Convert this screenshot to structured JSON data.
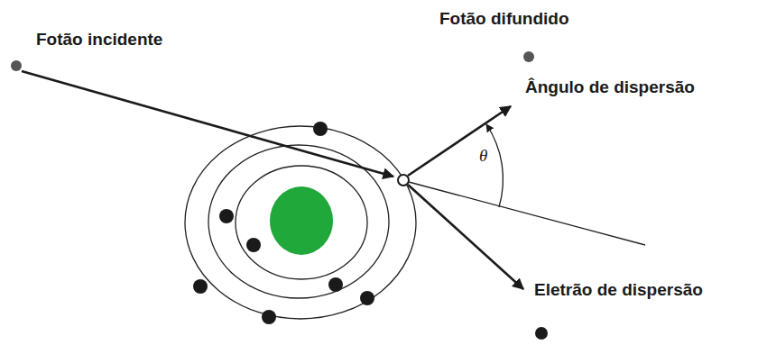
{
  "diagram": {
    "labels": [
      "Fotão incidente",
      "Fotão difundido",
      "Ângulo de dispersão",
      "θ",
      "Eletrão de dispersão"
    ]
  }
}
